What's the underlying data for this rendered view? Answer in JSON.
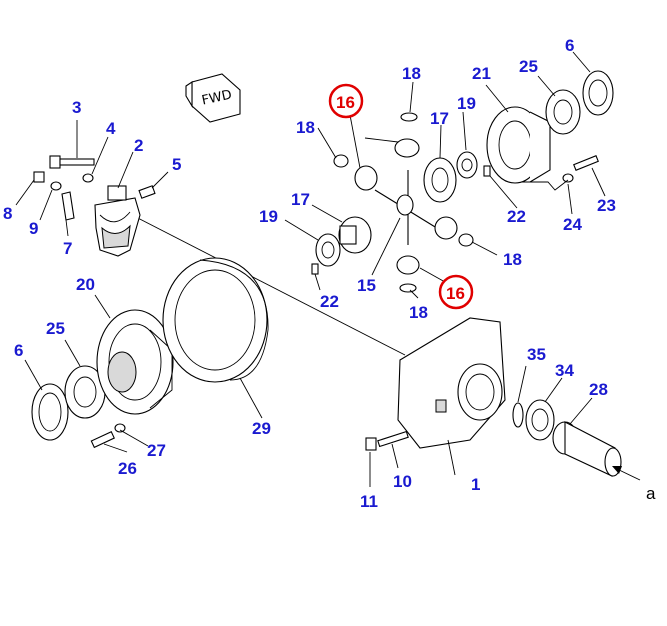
{
  "arrow_label": "a",
  "fwd_label": "FWD",
  "callouts": {
    "p1": "1",
    "p2": "2",
    "p3": "3",
    "p4": "4",
    "p5": "5",
    "p6a": "6",
    "p6b": "6",
    "p7": "7",
    "p8": "8",
    "p9": "9",
    "p10": "10",
    "p11": "11",
    "p15": "15",
    "p16a": "16",
    "p16b": "16",
    "p17a": "17",
    "p17b": "17",
    "p18a": "18",
    "p18b": "18",
    "p18c": "18",
    "p18d": "18",
    "p19a": "19",
    "p19b": "19",
    "p20": "20",
    "p21": "21",
    "p22a": "22",
    "p22b": "22",
    "p23": "23",
    "p24": "24",
    "p25a": "25",
    "p25b": "25",
    "p26": "26",
    "p27": "27",
    "p28": "28",
    "p29": "29",
    "p34": "34",
    "p35": "35"
  },
  "colors": {
    "callout_blue": "#1a1ad0",
    "highlight_red": "#e00000"
  }
}
